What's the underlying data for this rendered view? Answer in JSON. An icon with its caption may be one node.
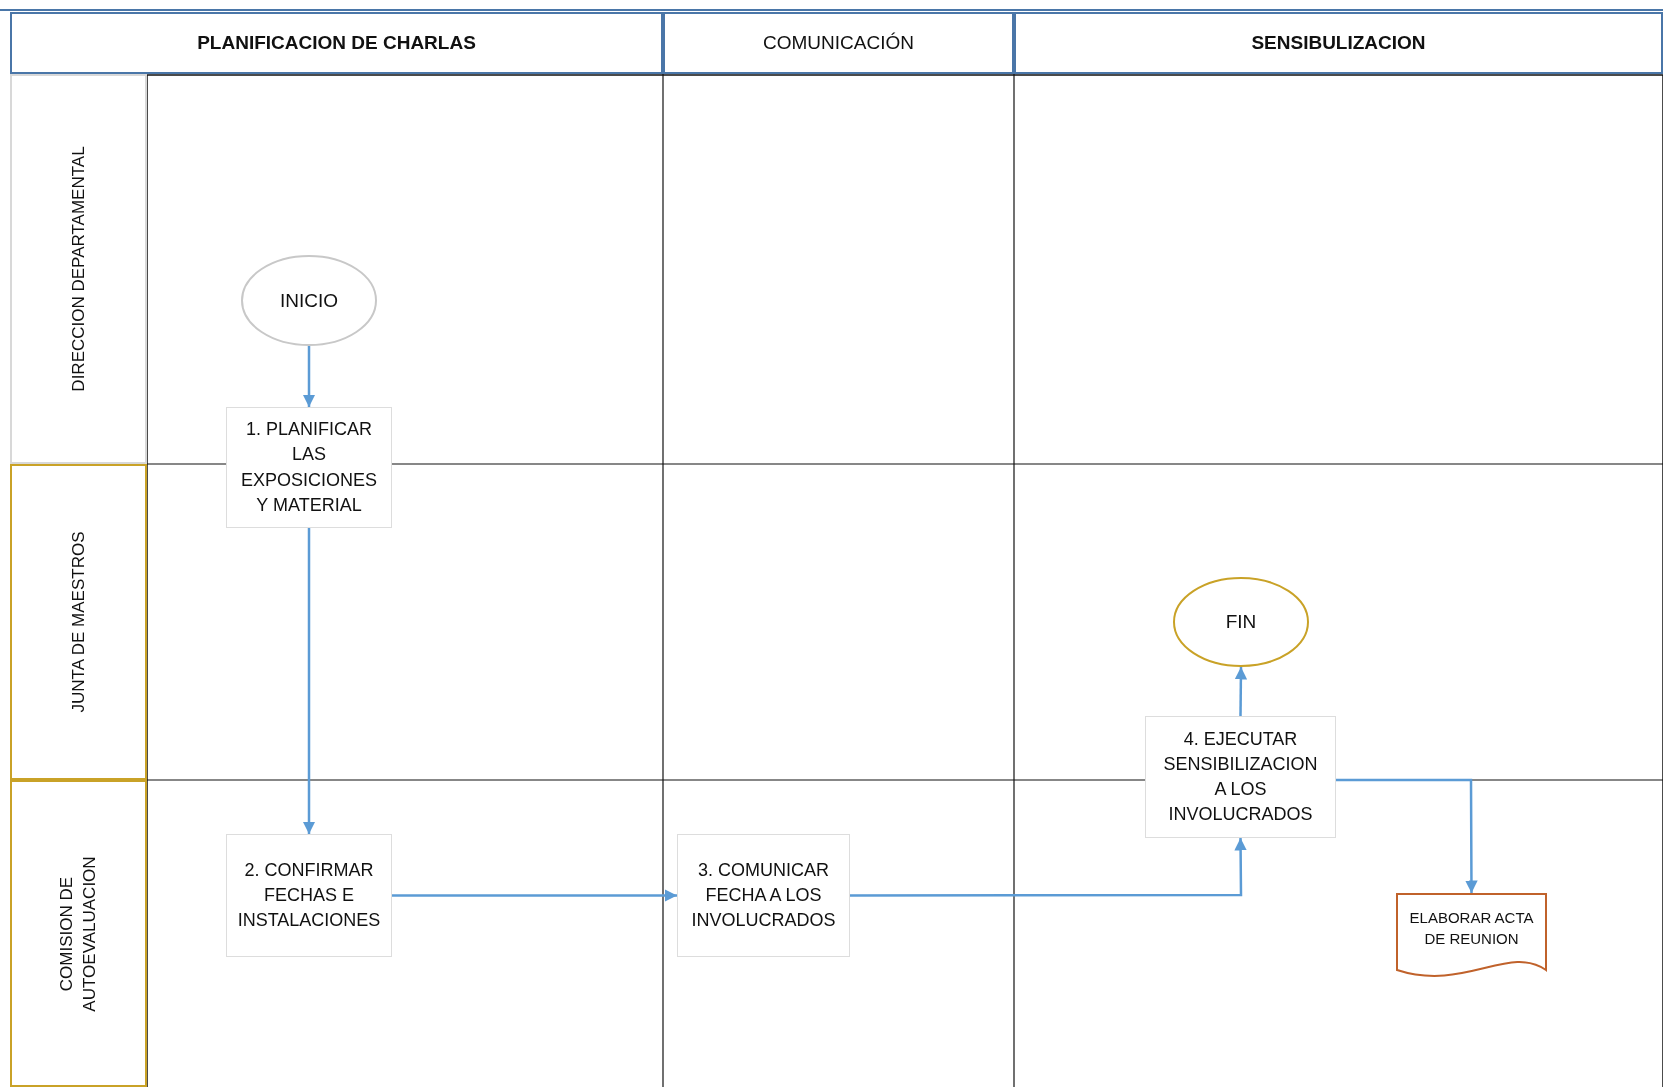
{
  "diagram": {
    "nodes": [
      {
        "text": [
          "PLANIFICACION DE CHARLAS"
        ]
      },
      {
        "text": [
          "COMUNICACIÓN"
        ]
      },
      {
        "text": [
          "SENSIBULIZACION"
        ]
      },
      {
        "text": [
          "DIRECCION DEPARTAMENTAL"
        ]
      },
      {
        "text": [
          "JUNTA DE MAESTROS"
        ]
      },
      {
        "text": [
          "COMISION DE AUTOEVALUACION"
        ]
      },
      {
        "text": [
          "INICIO"
        ]
      },
      {
        "text": [
          "1. PLANIFICAR LAS EXPOSICIONES Y MATERIAL"
        ]
      },
      {
        "text": [
          "2. CONFIRMAR FECHAS E INSTALACIONES"
        ]
      },
      {
        "text": [
          "3. COMUNICAR FECHA A LOS INVOLUCRADOS"
        ]
      },
      {
        "text": [
          "4. EJECUTAR SENSIBILIZACION A LOS INVOLUCRADOS"
        ]
      },
      {
        "text": [
          "FIN"
        ]
      },
      {
        "text": [
          "ELABORAR ACTA DE REUNION"
        ]
      }
    ],
    "edges": [
      {
        "from": 6,
        "to": 7,
        "arrow": "to"
      },
      {
        "from": 7,
        "to": 8,
        "arrow": "to"
      },
      {
        "from": 8,
        "to": 9,
        "arrow": "to"
      },
      {
        "from": 9,
        "to": 10,
        "arrow": "to"
      },
      {
        "from": 10,
        "to": 11,
        "arrow": "to"
      },
      {
        "from": 10,
        "to": 12,
        "arrow": "to"
      }
    ]
  }
}
